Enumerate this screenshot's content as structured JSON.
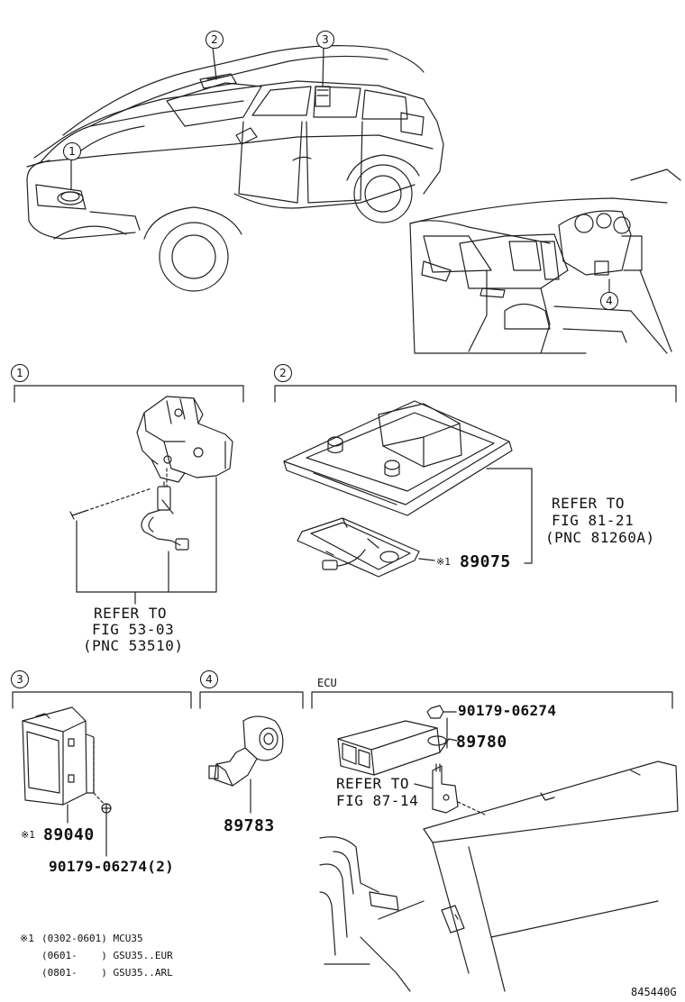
{
  "callouts": {
    "c1": "1",
    "c2": "2",
    "c3": "3",
    "c4": "4"
  },
  "sections": {
    "s1": {
      "num": "1",
      "refer": [
        "REFER TO",
        "FIG 53-03",
        "(PNC 53510)"
      ]
    },
    "s2": {
      "num": "2",
      "refer": [
        "REFER TO",
        "FIG 81-21",
        "(PNC 81260A)"
      ],
      "part_mark": "※1",
      "part": "89075"
    },
    "s3": {
      "num": "3",
      "part_mark": "※1",
      "part": "89040",
      "bolt": "90179-06274(2)"
    },
    "s4": {
      "num": "4",
      "part": "89783"
    },
    "ecu": {
      "title": "ECU",
      "bolt": "90179-06274",
      "part": "89780",
      "refer": [
        "REFER TO",
        "FIG 87-14"
      ]
    }
  },
  "footnote": {
    "mark": "※1",
    "lines": [
      "(0302-0601) MCU35",
      "(0601-    ) GSU35..EUR",
      "(0801-    ) GSU35..ARL"
    ]
  },
  "diagram_id": "845440G"
}
